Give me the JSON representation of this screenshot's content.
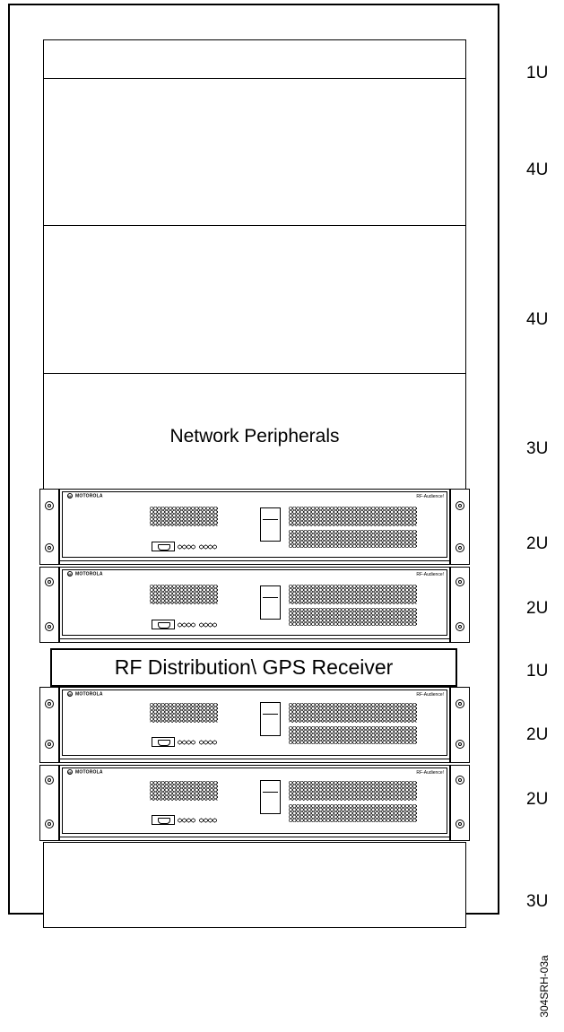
{
  "slots": {
    "network_peripherals": "Network Peripherals",
    "rf_distribution": "RF Distribution\\ GPS Receiver"
  },
  "unit_labels": [
    "1U",
    "4U",
    "4U",
    "3U",
    "2U",
    "2U",
    "1U",
    "2U",
    "2U",
    "3U"
  ],
  "units": [
    {
      "brand": "MOTOROLA",
      "model": "RF-Audience!"
    },
    {
      "brand": "MOTOROLA",
      "model": "RF-Audience!"
    },
    {
      "brand": "MOTOROLA",
      "model": "RF-Audience!"
    },
    {
      "brand": "MOTOROLA",
      "model": "RF-Audience!"
    }
  ],
  "caption": "304SRH-03a"
}
